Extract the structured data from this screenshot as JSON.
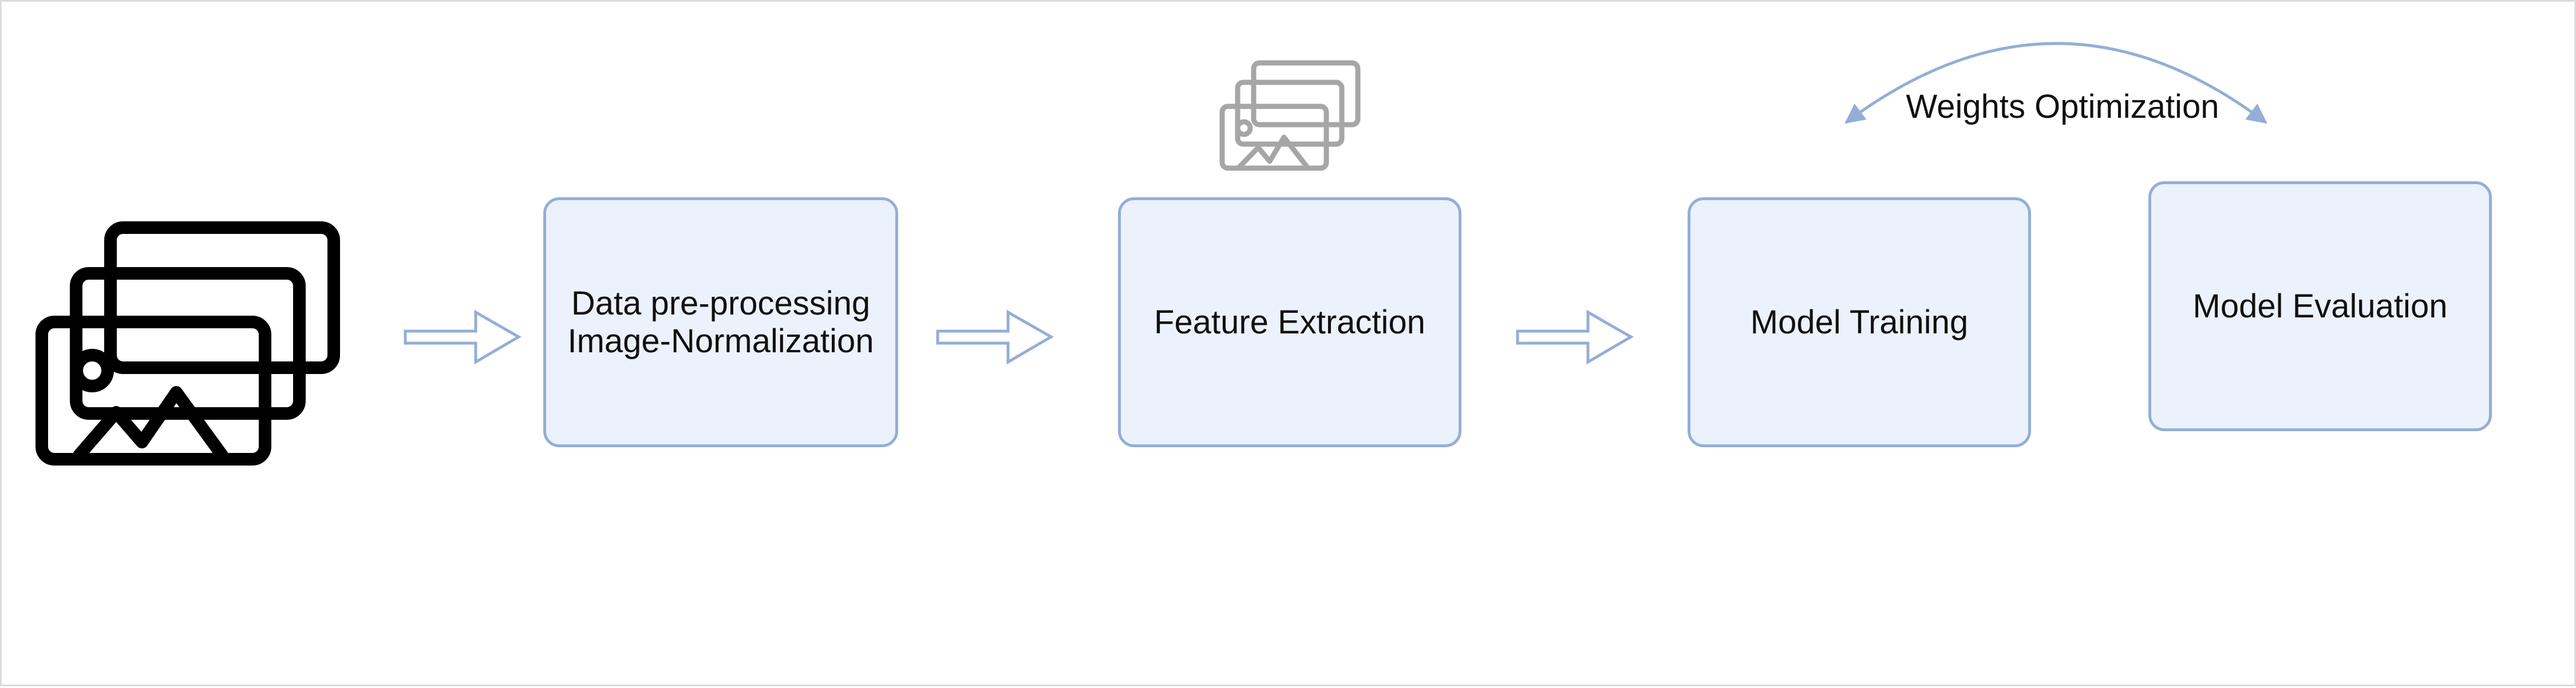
{
  "diagram": {
    "input_icon": "image-stack-icon",
    "feature_icon": "image-stack-icon",
    "steps": [
      {
        "id": "preprocess",
        "lines": [
          "Data pre-processing",
          "Image-Normalization"
        ]
      },
      {
        "id": "feature",
        "lines": [
          "Feature Extraction"
        ]
      },
      {
        "id": "training",
        "lines": [
          "Model Training"
        ]
      },
      {
        "id": "evaluation",
        "lines": [
          "Model Evaluation"
        ]
      }
    ],
    "loop_label": "Weights Optimization",
    "colors": {
      "box_fill": "#ecf2fb",
      "box_border": "#94aed6",
      "arrow": "#94aed6",
      "input_icon": "#000000",
      "feature_icon": "#a6a6a6"
    }
  }
}
